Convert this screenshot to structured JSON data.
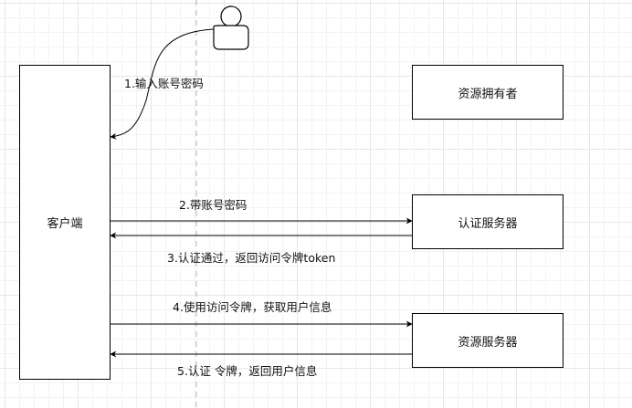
{
  "nodes": {
    "client": "客户端",
    "resource_owner": "资源拥有者",
    "auth_server": "认证服务器",
    "resource_server": "资源服务器"
  },
  "edges": {
    "step1": "1.输入账号密码",
    "step2": "2.带账号密码",
    "step3": "3.认证通过，返回访问令牌token",
    "step4": "4.使用访问令牌，获取用户信息",
    "step5": "5.认证 令牌，返回用户信息"
  },
  "colors": {
    "stroke": "#000000",
    "guide": "#b0b0b0",
    "grid": "#e6e6e6"
  },
  "icons": {
    "user": "user-icon"
  }
}
